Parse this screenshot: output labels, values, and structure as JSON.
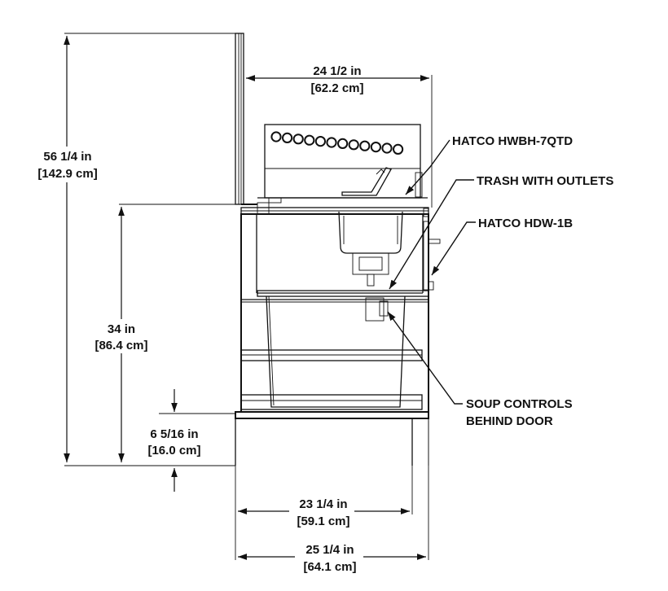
{
  "dimensions": {
    "height_total": {
      "imperial": "56 1/4 in",
      "metric": "[142.9 cm]"
    },
    "height_counter": {
      "imperial": "34 in",
      "metric": "[86.4 cm]"
    },
    "height_base": {
      "imperial": "6 5/16 in",
      "metric": "[16.0 cm]"
    },
    "width_top": {
      "imperial": "24 1/2 in",
      "metric": "[62.2 cm]"
    },
    "width_base": {
      "imperial": "23 1/4 in",
      "metric": "[59.1 cm]"
    },
    "width_overall": {
      "imperial": "25 1/4 in",
      "metric": "[64.1 cm]"
    }
  },
  "callouts": {
    "warmer": "HATCO HWBH-7QTD",
    "trash": "TRASH WITH OUTLETS",
    "drawer": "HATCO HDW-1B",
    "controls_line1": "SOUP CONTROLS",
    "controls_line2": "BEHIND DOOR"
  }
}
